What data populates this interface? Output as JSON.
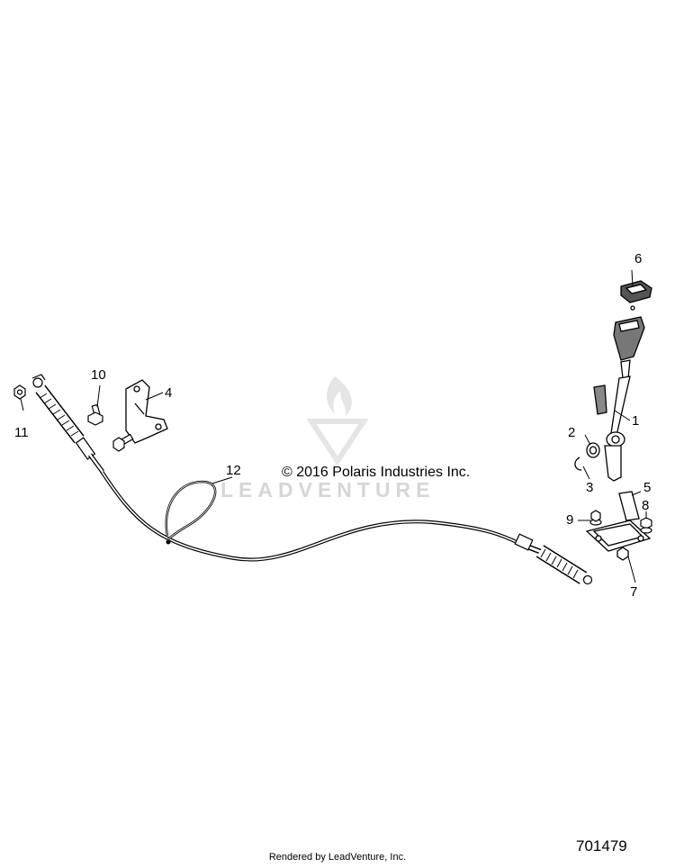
{
  "copyright": "© 2016 Polaris Industries Inc.",
  "diagram_number": "701479",
  "rendered_by": "Rendered by LeadVenture, Inc.",
  "watermark": "LEADVENTURE",
  "callouts": [
    "1",
    "2",
    "3",
    "4",
    "5",
    "6",
    "7",
    "8",
    "9",
    "10",
    "11",
    "12"
  ]
}
